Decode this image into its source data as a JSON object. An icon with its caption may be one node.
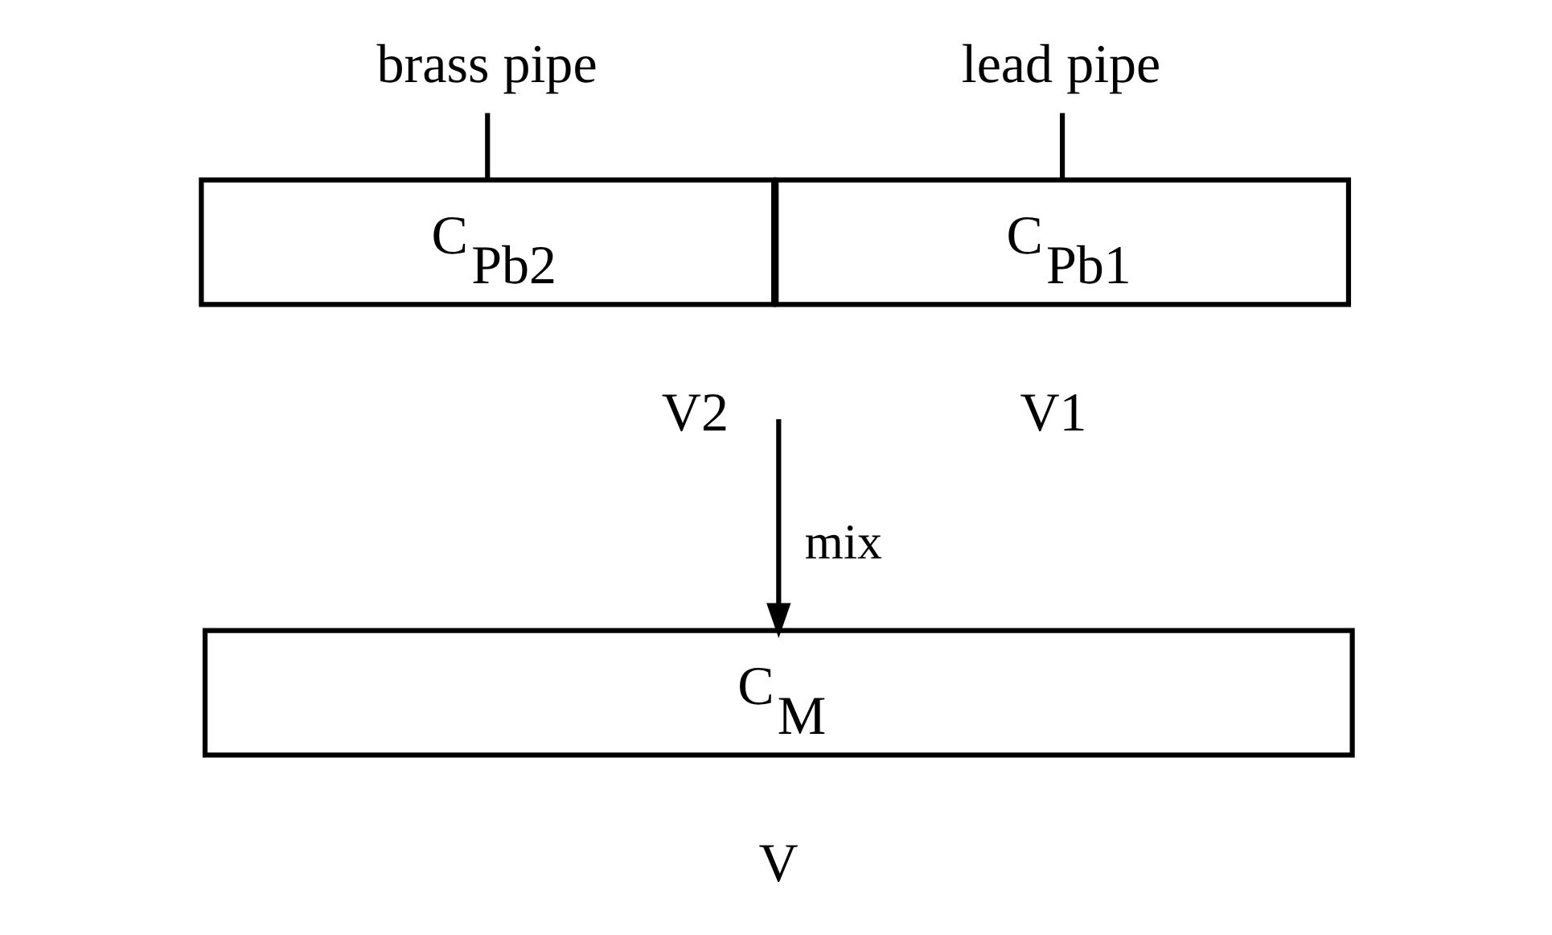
{
  "diagram": {
    "nodes": [
      {
        "text": [
          "brass pipe"
        ]
      },
      {
        "text": [
          "lead pipe"
        ]
      },
      {
        "text": [
          "C$_{Pb2}$"
        ]
      },
      {
        "text": [
          "C$_{Pb1}$"
        ]
      },
      {
        "text": [
          "C$_{M}$"
        ]
      }
    ],
    "edges": [
      {
        "from": 0,
        "to": 2,
        "arrow": "none"
      },
      {
        "from": 1,
        "to": 3,
        "arrow": "none"
      },
      {
        "from": null,
        "to": 4,
        "arrow": "to",
        "label": "mix"
      }
    ],
    "labels": [
      "V2",
      "V1",
      "V"
    ]
  }
}
